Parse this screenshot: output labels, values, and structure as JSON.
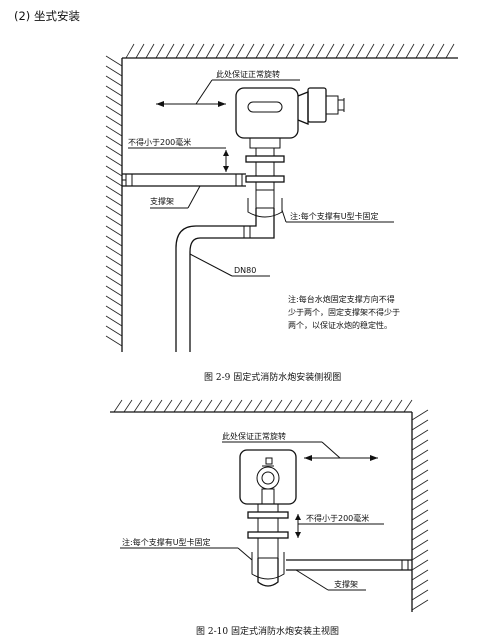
{
  "heading": "(2) 坐式安装",
  "side_view": {
    "label_rotation": "此处保证正常旋转",
    "label_min_distance": "不得小于200毫米",
    "label_bracket": "支撑架",
    "label_clamp_note": "注:每个支撑有U型卡固定",
    "label_pipe": "DN80",
    "note_lines": [
      "注:每台水炮固定支撑方向不得",
      "少于两个，固定支撑架不得少于",
      "两个，以保证水炮的稳定性。"
    ],
    "caption": "图 2-9  固定式消防水炮安装侧视图"
  },
  "front_view": {
    "label_rotation": "此处保证正常旋转",
    "label_min_distance": "不得小于200毫米",
    "label_clamp_note": "注:每个支撑有U型卡固定",
    "label_bracket": "支撑架",
    "caption": "图 2-10  固定式消防水炮安装主视图"
  }
}
